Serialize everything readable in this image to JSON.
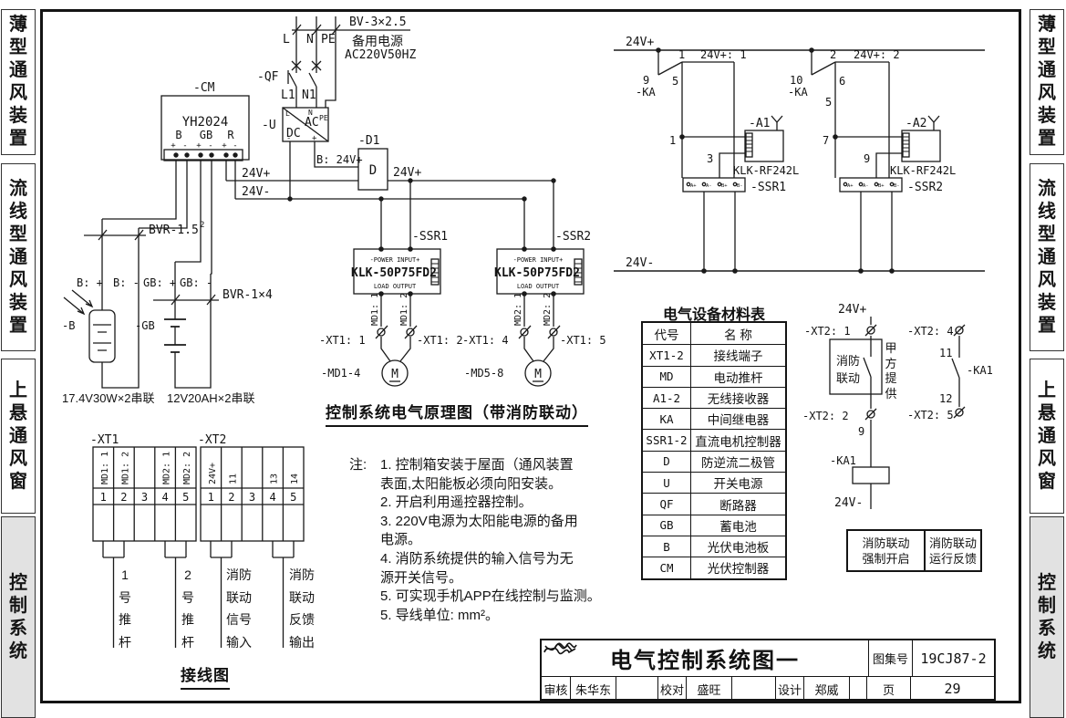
{
  "sidebar": {
    "items": [
      {
        "label": "薄型通风装置"
      },
      {
        "label": "流线型通风装置"
      },
      {
        "label": "上悬通风窗"
      },
      {
        "label": "控制系统"
      }
    ]
  },
  "backup": {
    "wire": "BV-3×2.5",
    "name": "备用电源",
    "rating": "AC220V50HZ",
    "l": "L",
    "n": "N",
    "pe": "PE",
    "qf": "-QF",
    "l1": "L1",
    "n1": "N1",
    "u": "-U",
    "dc": "DC",
    "ac": "AC",
    "ac_pe": "PE",
    "in_l": "L",
    "in_n": "N",
    "minus": "-",
    "plus": "+",
    "b24": "B: 24V+",
    "d1": "-D1",
    "d": "D",
    "v24_out": "24V+"
  },
  "cm": {
    "ref": "-CM",
    "model": "YH2024",
    "b": "B",
    "gb": "GB",
    "r": "R",
    "plus": "+",
    "minus": "-"
  },
  "bus": {
    "p": "24V+",
    "n": "24V-"
  },
  "pv": {
    "wire1": "BVR-1.5",
    "wire1_sup": "2",
    "wire2": "BVR-1×4",
    "bp": "B: +",
    "bm": "B: -",
    "gbp": "GB: +",
    "gbm": "GB: -",
    "b": "-B",
    "gb": "-GB",
    "cap_b": "17.4V30W×2串联",
    "cap_gb": "12V20AH×2串联"
  },
  "ssr1": {
    "ref": "-SSR1",
    "power": "-POWER INPUT+",
    "model": "KLK-50P75FD2",
    "load": "LOAD OUTPUT",
    "out1": "MD1: 1",
    "out2": "MD1: 2",
    "xt_a": "-XT1: 1",
    "xt_b": "-XT1: 2",
    "motor_ref": "-MD1-4",
    "motor": "M"
  },
  "ssr2": {
    "ref": "-SSR2",
    "power": "-POWER INPUT+",
    "model": "KLK-50P75FD2",
    "load": "LOAD OUTPUT",
    "out1": "MD2: 1",
    "out2": "MD2: 2",
    "xt_a": "-XT1: 4",
    "xt_b": "-XT1: 5",
    "motor_ref": "-MD5-8",
    "motor": "M"
  },
  "schematic_title": "控制系统电气原理图（带消防联动）",
  "rf1": {
    "wire_no": "1",
    "wire_name": "24V+: 1",
    "p9": "9",
    "p5": "5",
    "ka": "-KA",
    "node": "1",
    "stub": "3",
    "ref": "-A1",
    "model": "KLK-RF242L",
    "ssr": "-SSR1"
  },
  "rf2": {
    "wire_no": "2",
    "wire_name": "24V+: 2",
    "p9": "10",
    "p5": "6",
    "seg": "5",
    "ka": "-KA",
    "node": "7",
    "stub": "9",
    "ref": "-A2",
    "model": "KLK-RF242L",
    "ssr": "-SSR2"
  },
  "strip_terms": [
    "A+",
    "A-",
    "B+",
    "B-"
  ],
  "materials": {
    "title": "电气设备材料表",
    "h_code": "代号",
    "h_name": "名  称",
    "rows": [
      [
        "XT1-2",
        "接线端子"
      ],
      [
        "MD",
        "电动推杆"
      ],
      [
        "A1-2",
        "无线接收器"
      ],
      [
        "KA",
        "中间继电器"
      ],
      [
        "SSR1-2",
        "直流电机控制器"
      ],
      [
        "D",
        "防逆流二极管"
      ],
      [
        "U",
        "开关电源"
      ],
      [
        "QF",
        "断路器"
      ],
      [
        "GB",
        "蓄电池"
      ],
      [
        "B",
        "光伏电池板"
      ],
      [
        "CM",
        "光伏控制器"
      ]
    ]
  },
  "fire": {
    "v24p": "24V+",
    "xt1": "-XT2: 1",
    "box_l1": "消防",
    "box_l2": "联动",
    "provided": "甲方提供",
    "xt2": "-XT2: 2",
    "n9": "9",
    "ka1": "-KA1",
    "v24n": "24V-",
    "xt4": "-XT2: 4",
    "n11": "11",
    "ka1b": "-KA1",
    "n12": "12",
    "xt5": "-XT2: 5",
    "force_l1": "消防联动",
    "force_l2": "强制开启",
    "fb_l1": "消防联动",
    "fb_l2": "运行反馈"
  },
  "wiring": {
    "xt1": "-XT1",
    "xt2": "-XT2",
    "xt1_cols": [
      "MD1: 1",
      "MD1: 2",
      "",
      "MD2: 1",
      "MD2: 2"
    ],
    "xt2_cols": [
      "24V+",
      "11",
      "",
      "13",
      "14"
    ],
    "nums": [
      "1",
      "2",
      "3",
      "4",
      "5"
    ],
    "conn1": "1号推杆",
    "conn2": "2号推杆",
    "conn3": "消防联动信号输入",
    "conn4": "消防联动反馈输出",
    "title": "接线图"
  },
  "notes": {
    "prefix": "注:",
    "lines": [
      "1. 控制箱安装于屋面（通风装置",
      "表面,太阳能板必须向阳安装。",
      "2. 开启利用遥控器控制。",
      "3. 220V电源为太阳能电源的备用",
      "电源。",
      "4. 消防系统提供的输入信号为无",
      "源开关信号。",
      "5. 可实现手机APP在线控制与监测。",
      "5. 导线单位: mm²。"
    ]
  },
  "titleblock": {
    "title": "电气控制系统图一",
    "atlas_label": "图集号",
    "atlas_no": "19CJ87-2",
    "page_label": "页",
    "page_no": "29",
    "review_label": "审核",
    "review_name": "朱华东",
    "proof_label": "校对",
    "proof_name": "盛旺",
    "design_label": "设计",
    "design_name": "郑威"
  }
}
